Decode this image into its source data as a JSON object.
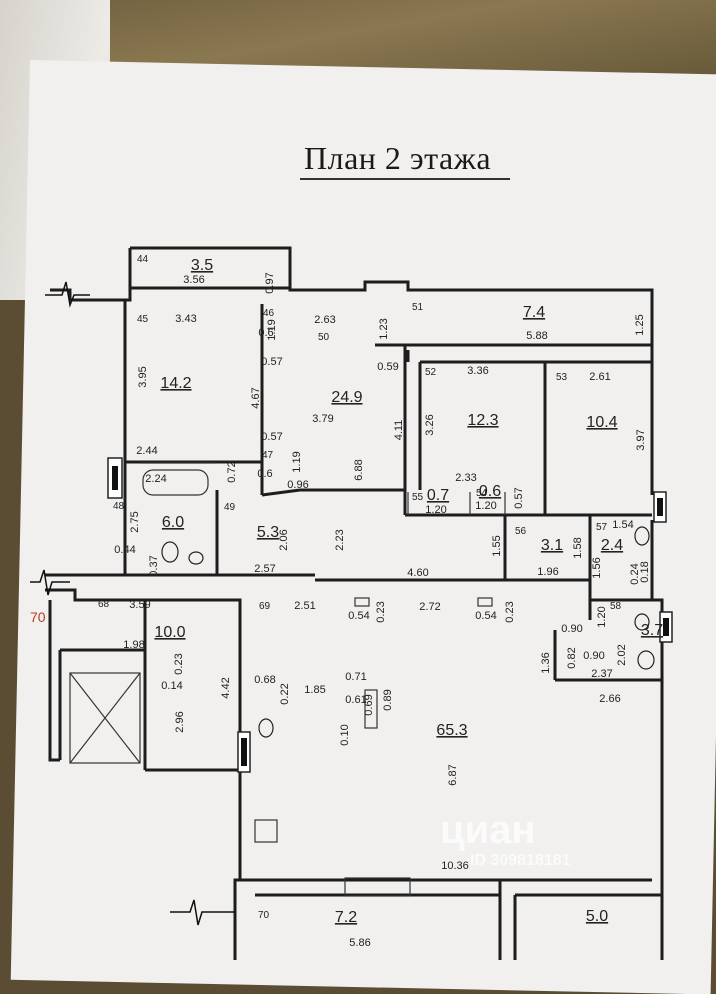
{
  "title": "План 2 этажа",
  "marker": "70",
  "watermark": {
    "brand": "циан",
    "id": "ID 309818181"
  },
  "rooms": [
    {
      "num": "44",
      "area": "3.5",
      "dims": [
        "3.56",
        "0.97"
      ]
    },
    {
      "num": "45",
      "area": "14.2",
      "dims": [
        "3.43",
        "3.95",
        "2.44"
      ]
    },
    {
      "num": "46",
      "area": "",
      "dims": [
        "0.6",
        "1.19"
      ]
    },
    {
      "num": "50",
      "area": "24.9",
      "dims": [
        "2.63",
        "3.79",
        "4.67",
        "0.57",
        "0.57",
        "6.88",
        "1.23"
      ]
    },
    {
      "num": "47",
      "area": "",
      "dims": [
        "0.6",
        "1.19"
      ]
    },
    {
      "num": "48",
      "area": "6.0",
      "dims": [
        "2.24",
        "0.72",
        "2.75",
        "0.44",
        "0.37"
      ]
    },
    {
      "num": "49",
      "area": "5.3",
      "dims": [
        "0.96",
        "2.06",
        "2.23"
      ]
    },
    {
      "num": "51",
      "area": "7.4",
      "dims": [
        "5.88",
        "1.25"
      ]
    },
    {
      "num": "52",
      "area": "12.3",
      "dims": [
        "3.36",
        "3.26",
        "4.11",
        "2.33",
        "0.59"
      ]
    },
    {
      "num": "53",
      "area": "10.4",
      "dims": [
        "2.61",
        "3.97"
      ]
    },
    {
      "num": "55",
      "area": "0.7",
      "dims": [
        "1.20"
      ]
    },
    {
      "num": "54",
      "area": "0.6",
      "dims": [
        "1.20",
        "0.57"
      ]
    },
    {
      "num": "56",
      "area": "3.1",
      "dims": [
        "1.55",
        "1.58",
        "1.96"
      ]
    },
    {
      "num": "57",
      "area": "2.4",
      "dims": [
        "1.54",
        "1.56",
        "0.24",
        "0.18"
      ]
    },
    {
      "num": "68",
      "area": "10.0",
      "dims": [
        "3.59",
        "1.98",
        "0.23",
        "0.14",
        "4.42",
        "2.96"
      ]
    },
    {
      "num": "69",
      "area": "65.3",
      "dims": [
        "2.51",
        "2.72",
        "0.54",
        "0.23",
        "0.54",
        "0.23",
        "0.68",
        "0.22",
        "1.85",
        "0.71",
        "0.61",
        "0.69",
        "0.89",
        "0.10",
        "6.87",
        "10.36"
      ]
    },
    {
      "num": "58",
      "area": "3.7",
      "dims": [
        "0.90",
        "1.20",
        "2.02",
        "0.82",
        "0.90",
        "1.36",
        "2.37",
        "2.66"
      ]
    },
    {
      "num": "70",
      "area": "7.2",
      "dims": [
        "5.86"
      ]
    },
    {
      "num": "",
      "area": "5.0",
      "dims": []
    }
  ],
  "corridor_dims": [
    "2.57",
    "4.60"
  ]
}
